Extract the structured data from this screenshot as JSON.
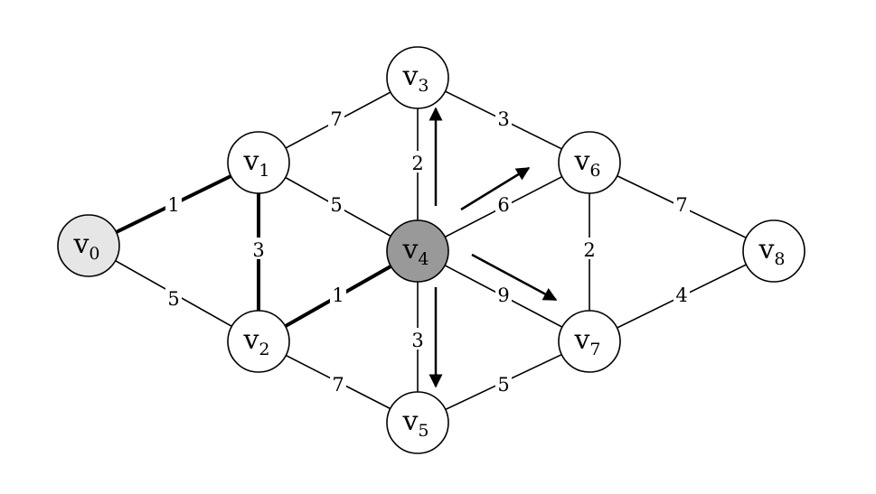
{
  "nodes": [
    {
      "id": "v0",
      "letter": "v",
      "sub": "0",
      "fill": "#e6e6e6"
    },
    {
      "id": "v1",
      "letter": "v",
      "sub": "1",
      "fill": "#ffffff"
    },
    {
      "id": "v2",
      "letter": "v",
      "sub": "2",
      "fill": "#ffffff"
    },
    {
      "id": "v3",
      "letter": "v",
      "sub": "3",
      "fill": "#ffffff"
    },
    {
      "id": "v4",
      "letter": "v",
      "sub": "4",
      "fill": "#999999"
    },
    {
      "id": "v5",
      "letter": "v",
      "sub": "5",
      "fill": "#ffffff"
    },
    {
      "id": "v6",
      "letter": "v",
      "sub": "6",
      "fill": "#ffffff"
    },
    {
      "id": "v7",
      "letter": "v",
      "sub": "7",
      "fill": "#ffffff"
    },
    {
      "id": "v8",
      "letter": "v",
      "sub": "8",
      "fill": "#ffffff"
    }
  ],
  "edges": [
    {
      "from": "v0",
      "to": "v1",
      "weight": "1",
      "bold": true
    },
    {
      "from": "v0",
      "to": "v2",
      "weight": "5",
      "bold": false
    },
    {
      "from": "v1",
      "to": "v2",
      "weight": "3",
      "bold": true
    },
    {
      "from": "v1",
      "to": "v3",
      "weight": "7",
      "bold": false
    },
    {
      "from": "v1",
      "to": "v4",
      "weight": "5",
      "bold": false
    },
    {
      "from": "v2",
      "to": "v4",
      "weight": "1",
      "bold": true
    },
    {
      "from": "v2",
      "to": "v5",
      "weight": "7",
      "bold": false
    },
    {
      "from": "v3",
      "to": "v4",
      "weight": "2",
      "bold": false
    },
    {
      "from": "v3",
      "to": "v6",
      "weight": "3",
      "bold": false
    },
    {
      "from": "v4",
      "to": "v5",
      "weight": "3",
      "bold": false
    },
    {
      "from": "v4",
      "to": "v6",
      "weight": "6",
      "bold": false
    },
    {
      "from": "v4",
      "to": "v7",
      "weight": "9",
      "bold": false
    },
    {
      "from": "v5",
      "to": "v7",
      "weight": "5",
      "bold": false
    },
    {
      "from": "v6",
      "to": "v7",
      "weight": "2",
      "bold": false
    },
    {
      "from": "v6",
      "to": "v8",
      "weight": "7",
      "bold": false
    },
    {
      "from": "v7",
      "to": "v8",
      "weight": "4",
      "bold": false
    }
  ],
  "arrows": [
    {
      "from": "v4",
      "to": "v3"
    },
    {
      "from": "v4",
      "to": "v6"
    },
    {
      "from": "v4",
      "to": "v7"
    },
    {
      "from": "v4",
      "to": "v5"
    }
  ]
}
